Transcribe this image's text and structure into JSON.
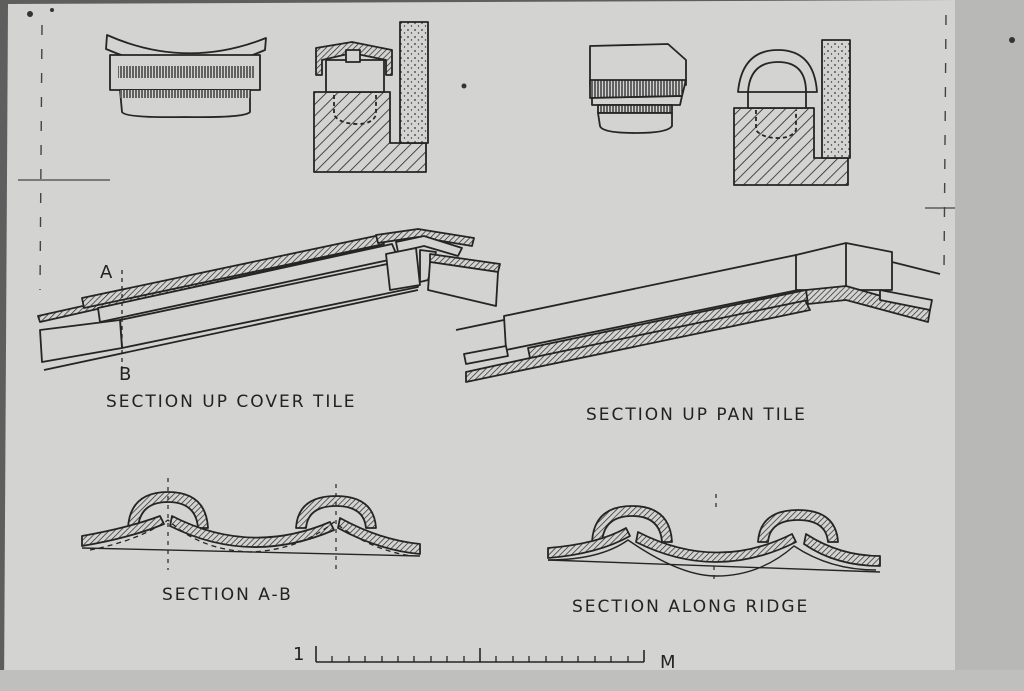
{
  "labels": {
    "section_cover": "SECTION UP COVER TILE",
    "section_pan": "SECTION UP PAN TILE",
    "section_ab": "SECTION A-B",
    "section_ridge": "SECTION ALONG RIDGE",
    "point_a": "A",
    "point_b": "B"
  },
  "scale_bar": {
    "start_label": "1",
    "unit_label": "M"
  },
  "colors": {
    "paper": "#d3d3d1",
    "ink": "#252525",
    "border": "#5e5e5e"
  }
}
